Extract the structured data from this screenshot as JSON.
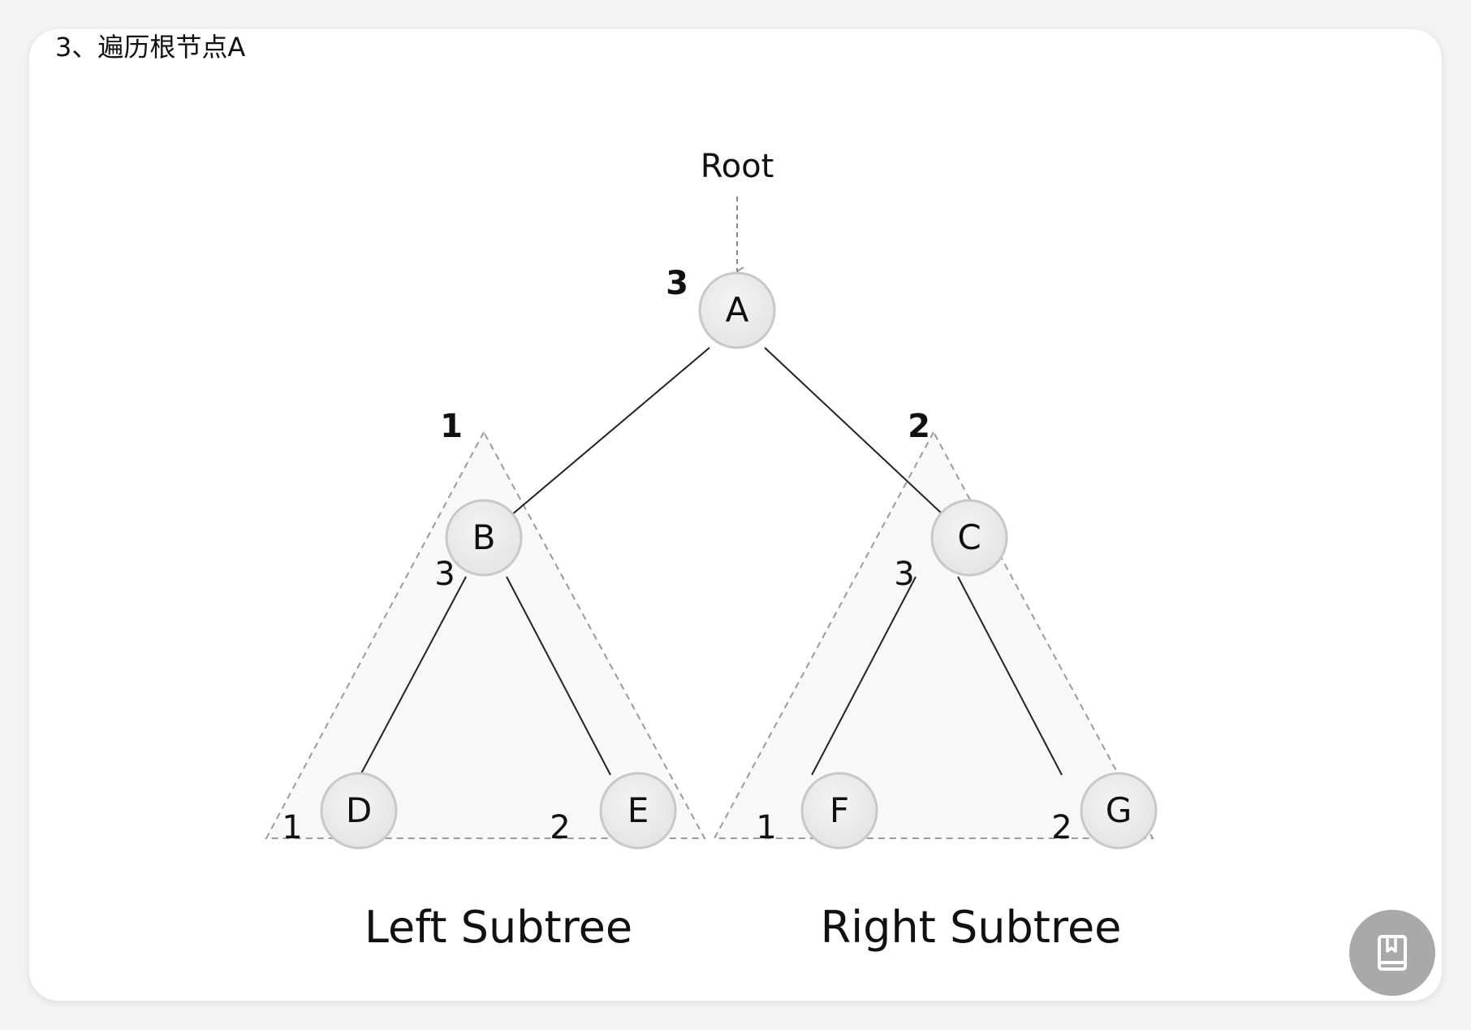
{
  "step_title": "3、遍历根节点A",
  "diagram": {
    "root_label": "Root",
    "nodes": [
      {
        "id": "A",
        "label": "A"
      },
      {
        "id": "B",
        "label": "B"
      },
      {
        "id": "C",
        "label": "C"
      },
      {
        "id": "D",
        "label": "D"
      },
      {
        "id": "E",
        "label": "E"
      },
      {
        "id": "F",
        "label": "F"
      },
      {
        "id": "G",
        "label": "G"
      }
    ],
    "order_labels": {
      "A": "3",
      "B": "3",
      "C": "3",
      "D": "1",
      "E": "2",
      "F": "1",
      "G": "2",
      "left_subtree": "1",
      "right_subtree": "2"
    },
    "subtrees": {
      "left": "Left Subtree",
      "right": "Right Subtree"
    }
  },
  "bookmark_button": {
    "icon": "book-icon"
  }
}
